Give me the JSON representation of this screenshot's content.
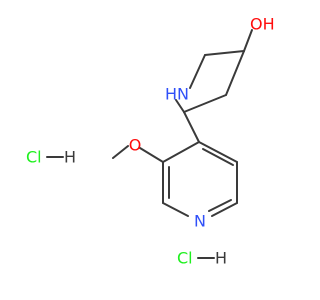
{
  "molecule": {
    "atoms": {
      "hydroxyl_label": "OH",
      "amine_label": "HN",
      "methoxy_oxygen_label": "O",
      "pyridine_nitrogen_label": "N"
    },
    "salts": [
      {
        "label": "Cl",
        "bond": "—",
        "hydrogen": "H"
      },
      {
        "label": "Cl",
        "bond": "—",
        "hydrogen": "H"
      }
    ]
  },
  "colors": {
    "bond": "#3a3a3a",
    "oxygen": "#ff0d0d",
    "nitrogen": "#3050f8",
    "chlorine": "#1ff01f",
    "hydrogen": "#3a3a3a"
  }
}
